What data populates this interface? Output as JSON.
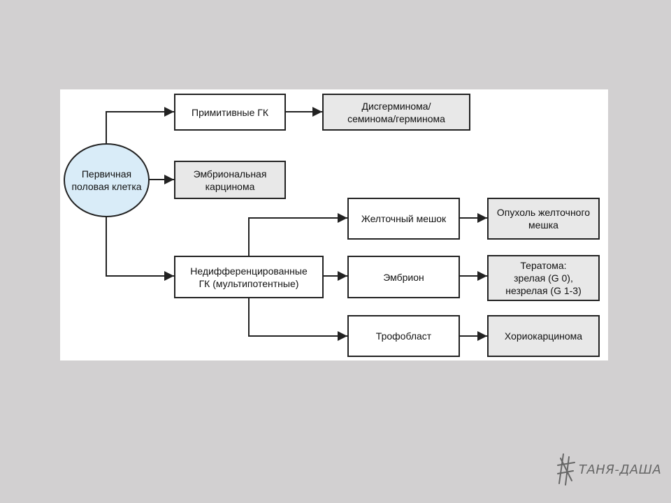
{
  "nodes": {
    "primordial": "Первичная\nполовая клетка",
    "primitive_gc": "Примитивные ГК",
    "dysgerminoma": "Дисгерминома/\nсеминома/герминома",
    "embryonal_carcinoma": "Эмбриональная\nкарцинома",
    "undifferentiated_gc": "Недифференцированные\nГК (мультипотентные)",
    "yolk_sac": "Желточный мешок",
    "yolk_sac_tumor": "Опухоль желточного\nмешка",
    "embryo": "Эмбрион",
    "teratoma": "Тератома:\nзрелая (G 0),\nнезрелая (G 1-3)",
    "trophoblast": "Трофобласт",
    "choriocarcinoma": "Хориокарцинома"
  },
  "watermark": {
    "text": "ТАНЯ-ДАША",
    "icon": "hash-brush-icon"
  },
  "colors": {
    "ellipse_fill": "#d9ecf8",
    "shaded_fill": "#e8e8e8",
    "background": "#d2d0d1"
  }
}
